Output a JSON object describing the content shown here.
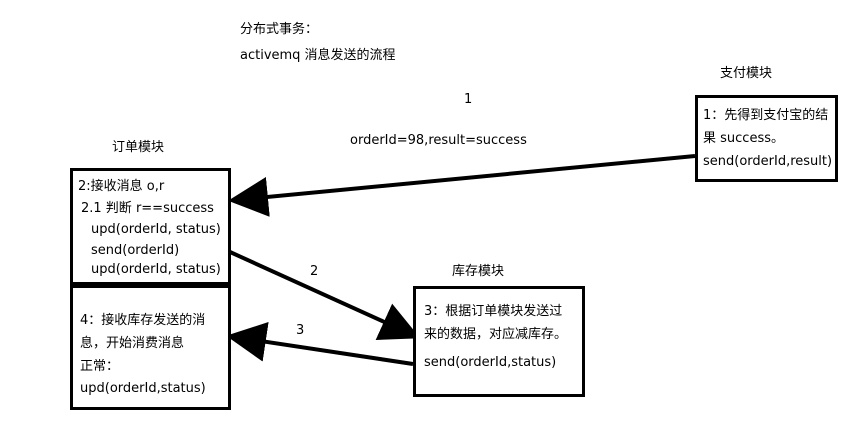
{
  "header": {
    "title": "分布式事务：",
    "subtitle": "activemq 消息发送的流程"
  },
  "modules": {
    "payment": {
      "title": "支付模块",
      "lines": [
        "1：先得到支付宝的结",
        "果 success。",
        "send(orderId,result)"
      ]
    },
    "order": {
      "title": "订单模块",
      "top_lines": [
        "2:接收消息 o,r",
        "2.1 判断 r==success",
        "upd(orderId, status)",
        "send(orderId)",
        "upd(orderId, status)"
      ],
      "bottom_lines": [
        "4：接收库存发送的消",
        "息，开始消费消息",
        "正常：",
        "upd(orderId,status)"
      ]
    },
    "inventory": {
      "title": "库存模块",
      "lines": [
        "3：根据订单模块发送过",
        "来的数据，对应减库存。",
        "send(orderId,status)"
      ]
    }
  },
  "arrows": {
    "step1_number": "1",
    "step1_label": "orderId=98,result=success",
    "step2_number": "2",
    "step3_number": "3"
  }
}
